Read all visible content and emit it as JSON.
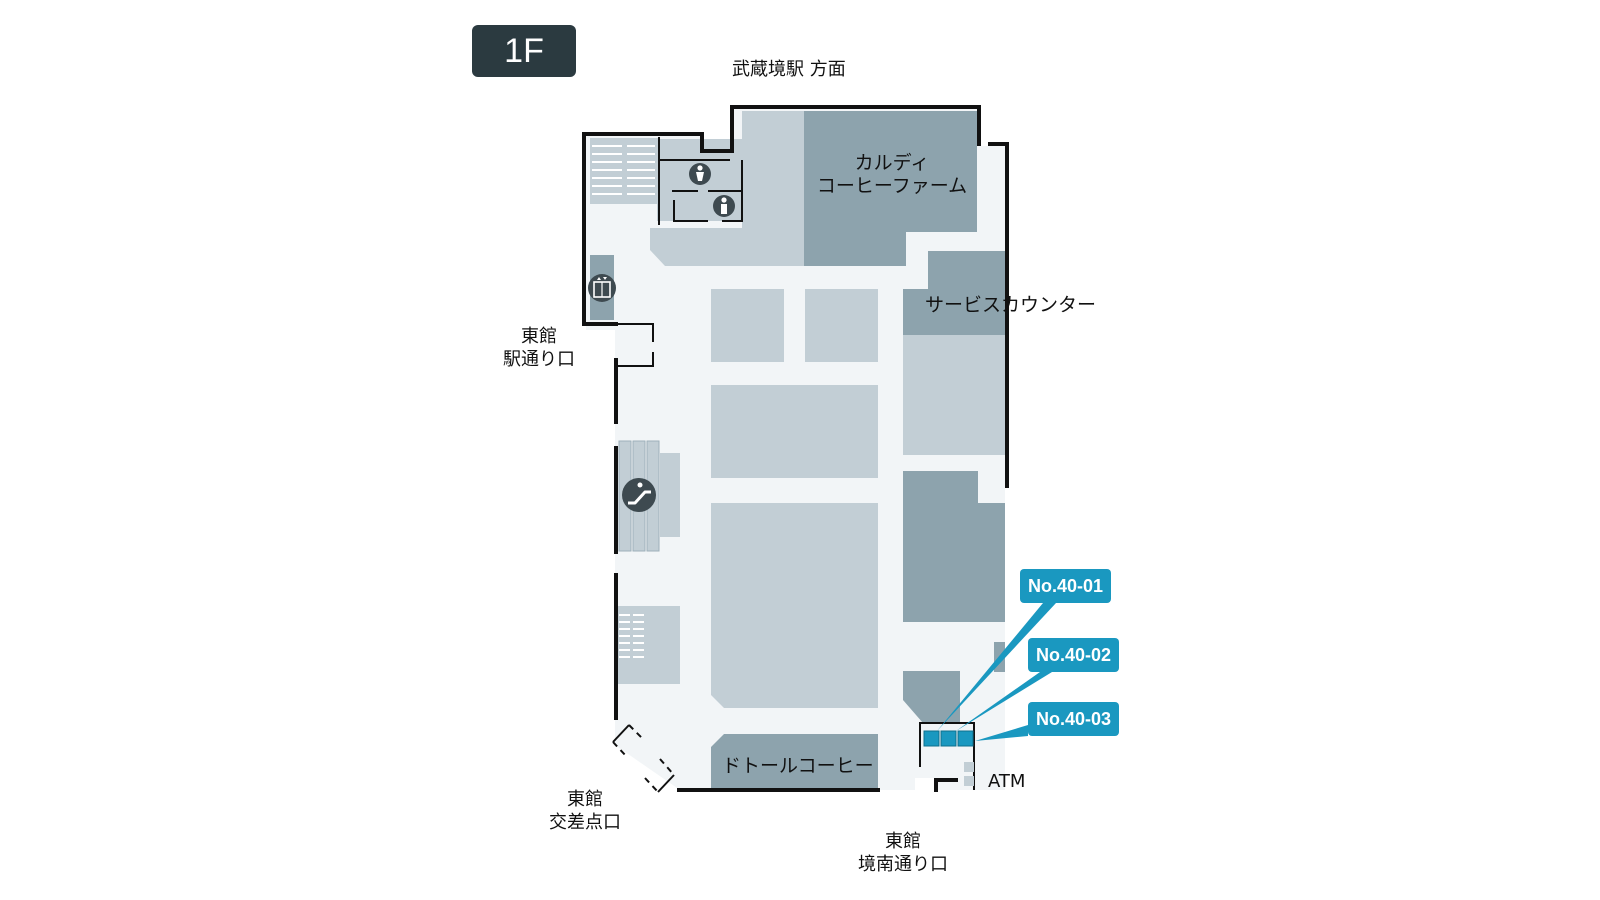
{
  "floor": {
    "label": "1F"
  },
  "labels": {
    "station_direction": "武蔵境駅 方面",
    "entrance_station_street_1": "東館",
    "entrance_station_street_2": "駅通り口",
    "entrance_intersection_1": "東館",
    "entrance_intersection_2": "交差点口",
    "entrance_south_1": "東館",
    "entrance_south_2": "境南通り口",
    "atm": "ATM"
  },
  "shops": {
    "kaldi_1": "カルディ",
    "kaldi_2": "コーヒーファーム",
    "service_counter": "サービスカウンター",
    "doutor": "ドトールコーヒー"
  },
  "markers": [
    {
      "label": "No.40-01"
    },
    {
      "label": "No.40-02"
    },
    {
      "label": "No.40-03"
    }
  ],
  "icons": [
    "restroom-icon",
    "restroom-icon",
    "elevator-icon",
    "escalator-icon"
  ],
  "colors": {
    "wall": "#111111",
    "shop_dark": "#8da3ad",
    "shop_light": "#c2ced5",
    "floor_fill": "#f2f5f7",
    "marker": "#1a98c0",
    "badge": "#2b3a40"
  }
}
